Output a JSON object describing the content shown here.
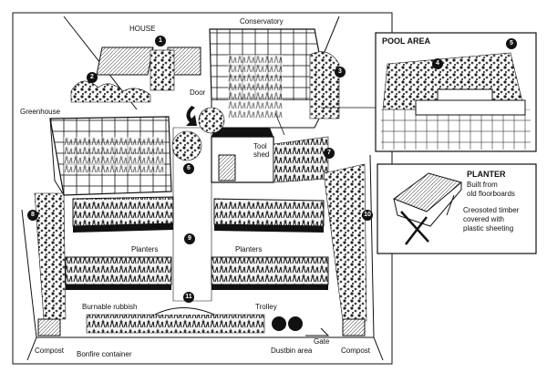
{
  "labels": {
    "house": "HOUSE",
    "conservatory": "Conservatory",
    "door": "Door",
    "greenhouse": "Greenhouse",
    "tool_shed": "Tool\nshed",
    "planters_left": "Planters",
    "planters_right": "Planters",
    "burnable_rubbish": "Burnable rubbish",
    "trolley": "Trolley",
    "gate": "Gate",
    "dustbin_area": "Dustbin area",
    "compost_left": "Compost",
    "compost_right": "Compost",
    "bonfire_container": "Bonfire container"
  },
  "pool_area": {
    "title": "POOL AREA"
  },
  "planter_inset": {
    "title": "PLANTER",
    "subtitle": "Built from\nold floorboards",
    "note": "Creosoted timber\ncovered with\nplastic sheeting"
  },
  "markers": [
    "1",
    "2",
    "3",
    "4",
    "5",
    "6",
    "7",
    "8",
    "9",
    "10",
    "11"
  ],
  "colors": {
    "ink": "#111111",
    "paper": "#ffffff",
    "shade": "#9a9a9a"
  }
}
